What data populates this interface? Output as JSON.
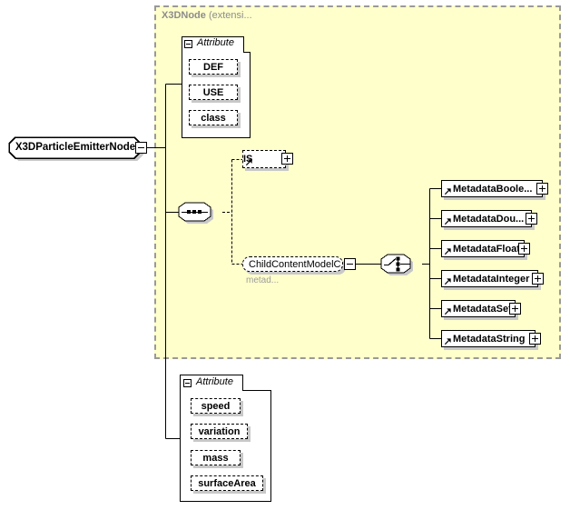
{
  "container": {
    "label_bold": "X3DNode",
    "label_suffix": " (extensi...",
    "fill": "#FFFFCC",
    "border_color": "#999999"
  },
  "root_element": {
    "label": "X3DParticleEmitterNode"
  },
  "attribute_group_top": {
    "header": "Attribute",
    "items": [
      "DEF",
      "USE",
      "class"
    ]
  },
  "is_element": {
    "label": "IS"
  },
  "child_content_model": {
    "label": "ChildContentModelC...",
    "annotation": "metad..."
  },
  "metadata_elements": [
    "MetadataBoole...",
    "MetadataDou...",
    "MetadataFloat",
    "MetadataInteger",
    "MetadataSet",
    "MetadataString"
  ],
  "attribute_group_bottom": {
    "header": "Attribute",
    "items": [
      "speed",
      "variation",
      "mass",
      "surfaceArea"
    ]
  },
  "colors": {
    "shadow": "#C8C8C8",
    "line": "#000000",
    "header_text": "#8C8C8C",
    "annotation_text": "#9C9C9C"
  }
}
